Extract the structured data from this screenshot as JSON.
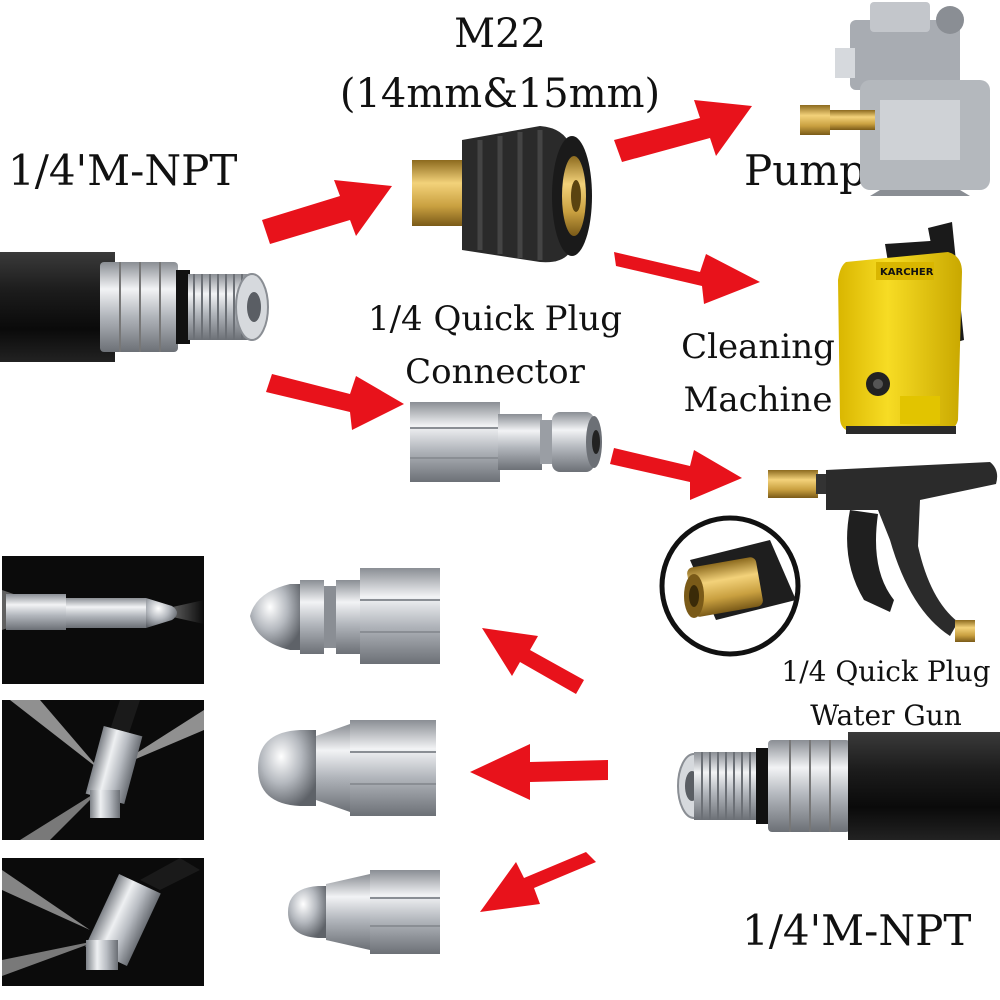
{
  "labels": {
    "m22_line1": "M22",
    "m22_line2": "(14mm&15mm)",
    "npt_top": "1/4'M-NPT",
    "pump": "Pump",
    "quick_plug_line1": "1/4 Quick Plug",
    "quick_plug_line2": "Connector",
    "cleaning_line1": "Cleaning",
    "cleaning_line2": "Machine",
    "water_gun_line1": "1/4 Quick Plug",
    "water_gun_line2": "Water Gun",
    "npt_bottom": "1/4'M-NPT",
    "machine_brand": "KARCHER"
  },
  "colors": {
    "arrow": "#e8121b",
    "hose": "#161616",
    "brass": "#c9a040",
    "steel": "#b8bcc2",
    "machine_yellow": "#f2d20f"
  }
}
